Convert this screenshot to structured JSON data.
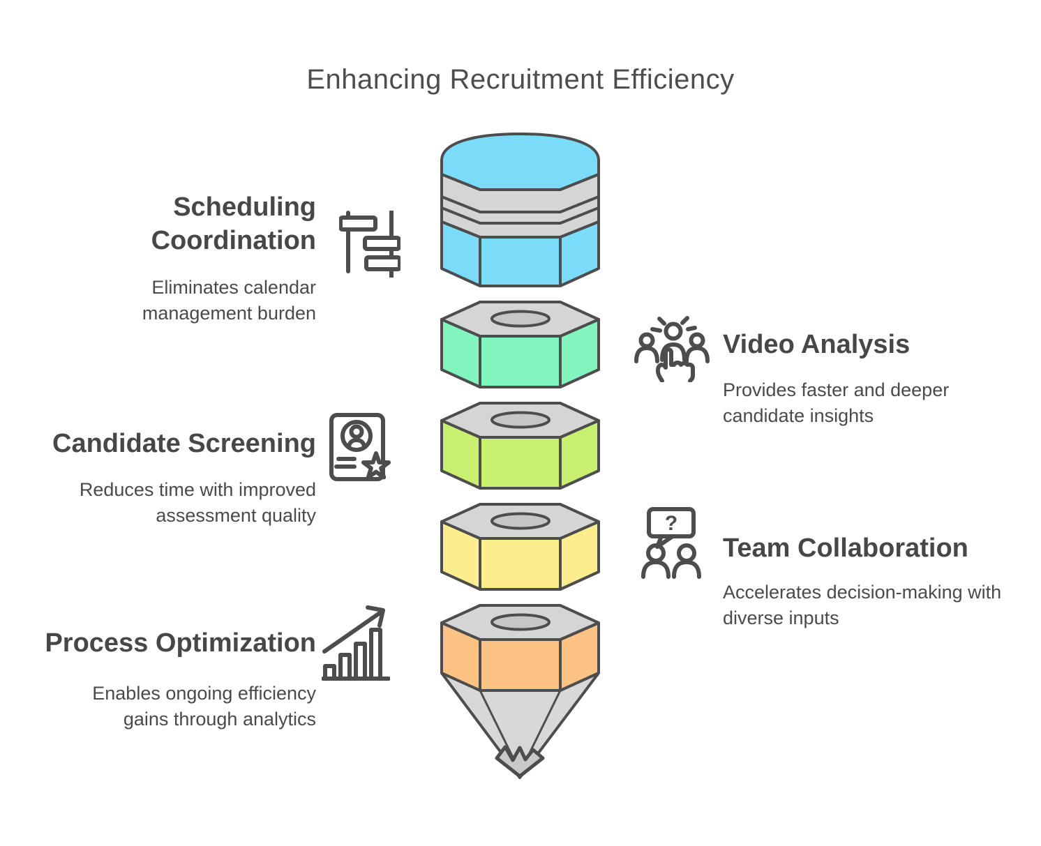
{
  "title": "Enhancing Recruitment Efficiency",
  "text_color": "#4a4a4a",
  "left_items": [
    {
      "heading": "Scheduling Coordination",
      "description": "Eliminates calendar management burden",
      "icon": "gantt-schedule-icon"
    },
    {
      "heading": "Candidate Screening",
      "description": "Reduces time with improved assessment quality",
      "icon": "id-card-star-icon"
    },
    {
      "heading": "Process Optimization",
      "description": "Enables ongoing efficiency gains through analytics",
      "icon": "growth-bar-chart-icon"
    }
  ],
  "right_items": [
    {
      "heading": "Video Analysis",
      "description": "Provides faster and deeper candidate insights",
      "icon": "audience-pointer-icon"
    },
    {
      "heading": "Team Collaboration",
      "description": "Accelerates decision-making with diverse inputs",
      "icon": "question-discussion-icon",
      "bubble_glyph": "?"
    }
  ],
  "funnel": {
    "outline": "#4d4d4d",
    "metal_band": "#d5d5d5",
    "face_gray": "#d5d5d5",
    "hole_gray": "#c6c6c6",
    "cone_gray": "#d8d8d8",
    "tip_gray": "#c9c9c9",
    "segments": [
      {
        "name": "eraser-blue",
        "color": "#7bdcfa"
      },
      {
        "name": "nut-green",
        "color": "#82f5bf"
      },
      {
        "name": "nut-lime",
        "color": "#c8ef70"
      },
      {
        "name": "nut-yellow",
        "color": "#fcee8e"
      },
      {
        "name": "nut-orange",
        "color": "#fcc385"
      }
    ]
  }
}
